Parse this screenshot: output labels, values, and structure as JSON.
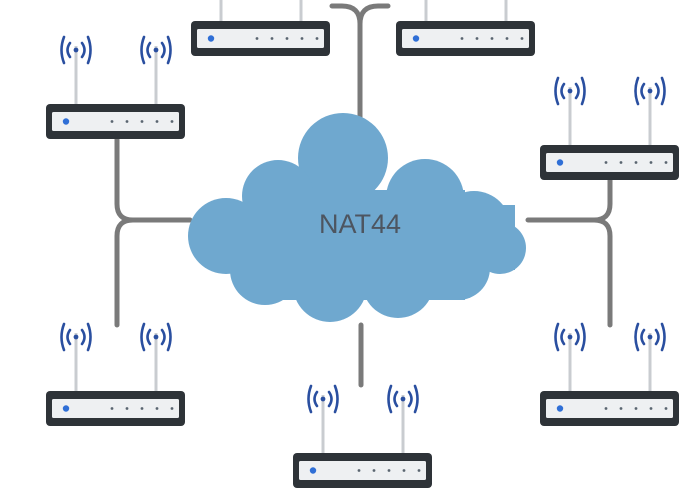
{
  "cloud": {
    "label": "NAT44",
    "fill": "#6fa8cf"
  },
  "colors": {
    "router_body": "#2e3338",
    "router_panel": "#eef0f2",
    "router_led": "#2f6fd6",
    "router_dots": "#5a6570",
    "antenna": "#c9ccd0",
    "wifi_waves": "#2a4fa0",
    "connector": "#7a7a7a"
  },
  "routers": [
    {
      "name": "router-top-left-center",
      "icon": "wifi-router-icon"
    },
    {
      "name": "router-top-right-center",
      "icon": "wifi-router-icon"
    },
    {
      "name": "router-upper-left",
      "icon": "wifi-router-icon"
    },
    {
      "name": "router-upper-right",
      "icon": "wifi-router-icon"
    },
    {
      "name": "router-lower-left",
      "icon": "wifi-router-icon"
    },
    {
      "name": "router-lower-right",
      "icon": "wifi-router-icon"
    },
    {
      "name": "router-bottom-center",
      "icon": "wifi-router-icon"
    }
  ]
}
